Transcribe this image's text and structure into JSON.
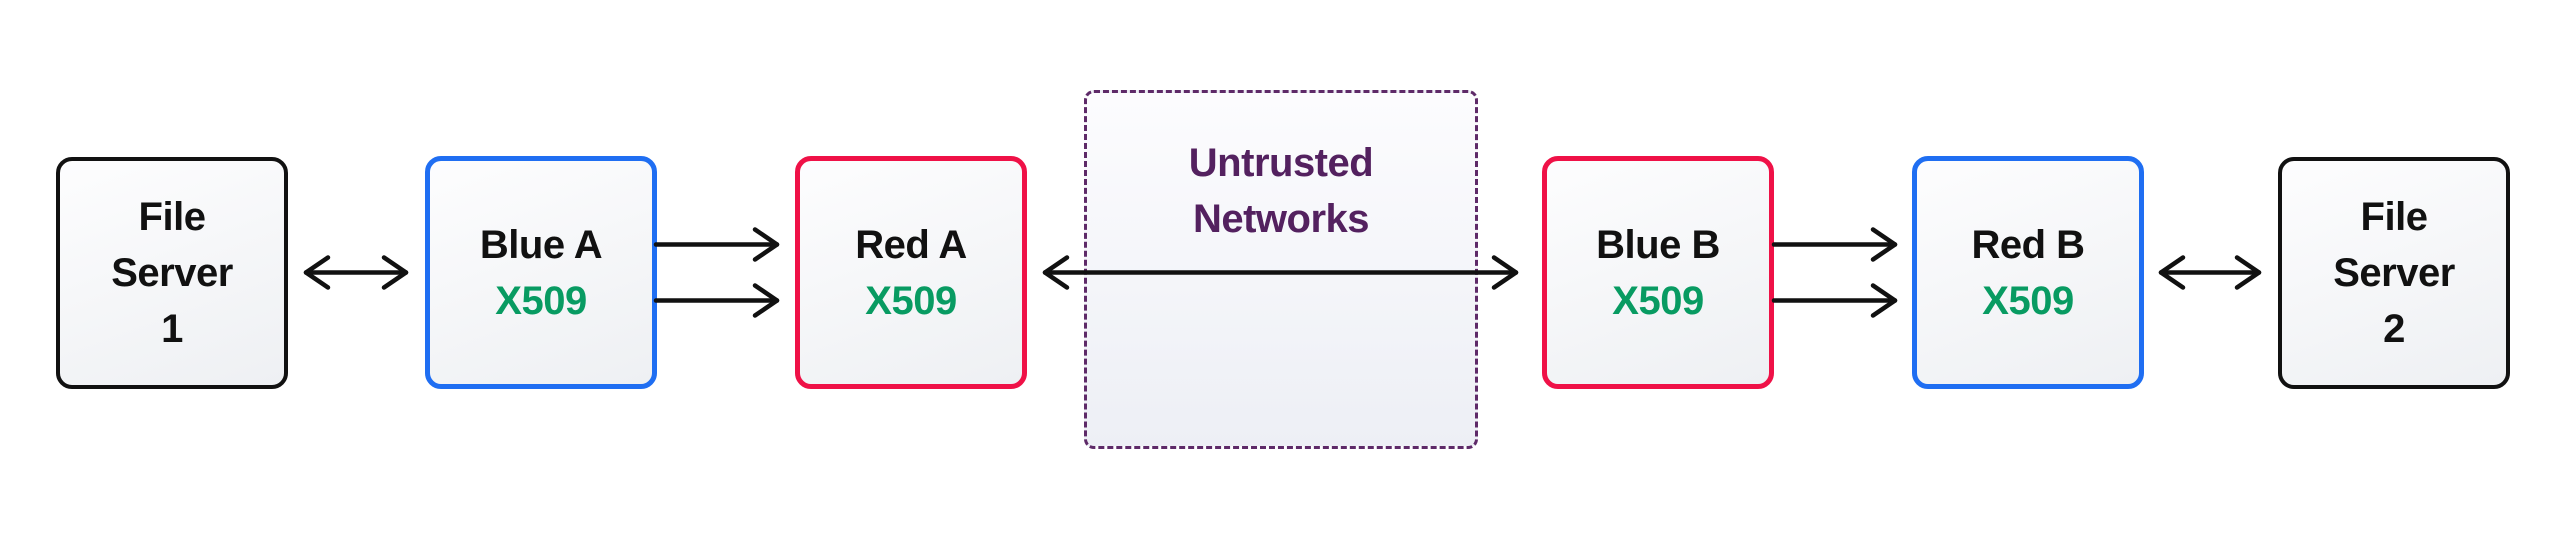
{
  "colors": {
    "blue_border": "#1f6ef2",
    "red_border": "#ef1147",
    "black_border": "#111111",
    "green_text": "#089b62",
    "purple_text": "#53215f",
    "purple_dashed_border": "#5e2a68",
    "arrow": "#111111"
  },
  "nodes": {
    "file_server_1": {
      "lines": [
        "File",
        "Server",
        "1"
      ]
    },
    "blue_a": {
      "name": "Blue A",
      "cert": "X509"
    },
    "red_a": {
      "name": "Red A",
      "cert": "X509"
    },
    "untrusted": {
      "lines": [
        "Untrusted",
        "Networks"
      ]
    },
    "blue_b": {
      "name": "Blue B",
      "cert": "X509"
    },
    "red_b": {
      "name": "Red B",
      "cert": "X509"
    },
    "file_server_2": {
      "lines": [
        "File",
        "Server",
        "2"
      ]
    }
  },
  "edges": [
    {
      "from": "File Server 1",
      "to": "Blue A",
      "style": "bidirectional"
    },
    {
      "from": "Blue A",
      "to": "Red A",
      "style": "two-parallel-arrows-right"
    },
    {
      "from": "Red A",
      "to": "Blue B",
      "style": "bidirectional-through-untrusted-networks"
    },
    {
      "from": "Blue B",
      "to": "Red B",
      "style": "two-parallel-arrows-right"
    },
    {
      "from": "Red B",
      "to": "File Server 2",
      "style": "bidirectional"
    }
  ]
}
